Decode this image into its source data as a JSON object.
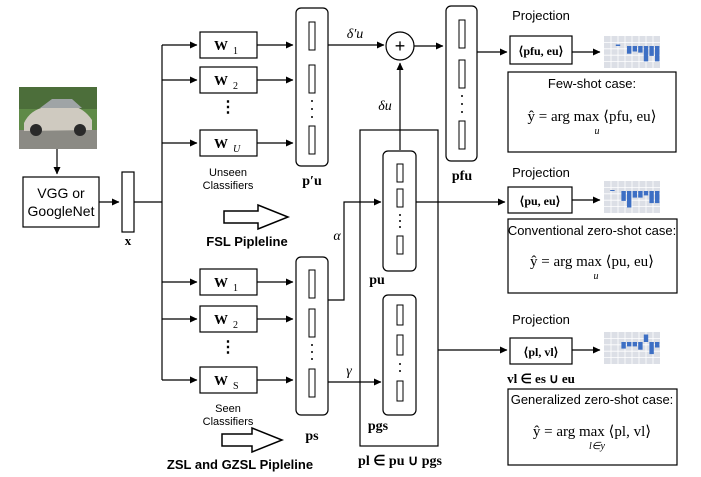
{
  "backbone": {
    "line1": "VGG or",
    "line2": "GoogleNet"
  },
  "feature_label": "x",
  "unseen_classifiers": {
    "w_labels": [
      "W",
      "W",
      "W"
    ],
    "w_subs": [
      "1",
      "2",
      "U"
    ],
    "ellipsis": "⋮",
    "caption_line1": "Unseen",
    "caption_line2": "Classifiers"
  },
  "seen_classifiers": {
    "w_labels": [
      "W",
      "W",
      "W"
    ],
    "w_subs": [
      "1",
      "2",
      "S"
    ],
    "ellipsis": "⋮",
    "caption_line1": "Seen",
    "caption_line2": "Classifiers"
  },
  "fsl_pipeline_label": "FSL Pipleline",
  "zsl_pipeline_label": "ZSL and GZSL Pipleline",
  "vectors": {
    "p_u_prime": "p′u",
    "p_s": "ps",
    "p_u": "pu",
    "p_s_g": "pgs",
    "p_u_f": "pfu",
    "p_l_union": "pl ∈ pu ∪ pgs"
  },
  "operators": {
    "delta_prime_u": "δ′u",
    "delta_u": "δu",
    "alpha": "α",
    "gamma": "γ",
    "plus": "+"
  },
  "projection_label": "Projection",
  "projections": [
    {
      "inner": "⟨pfu, eu⟩"
    },
    {
      "inner": "⟨pu, eu⟩"
    },
    {
      "inner": "⟨pl, vl⟩"
    }
  ],
  "v_l_membership": "vl ∈ es ∪ eu",
  "cases": [
    {
      "title": "Few-shot case:",
      "formula": "ŷ = arg max ⟨pfu, eu⟩",
      "under": "u"
    },
    {
      "title": "Conventional zero-shot case:",
      "formula": "ŷ = arg max ⟨pu, eu⟩",
      "under": "u"
    },
    {
      "title": "Generalized zero-shot case:",
      "formula": "ŷ = arg max ⟨pl, vl⟩",
      "under": "l∈y"
    }
  ],
  "colors": {
    "bar_blue": "#3d6fc4",
    "grid_gray": "#dcdfe6",
    "grid_line": "#ffffff"
  },
  "histograms": [
    {
      "values": [
        0,
        0,
        0.15,
        0,
        -0.35,
        -0.25,
        -0.3,
        -0.7,
        -0.45,
        -0.7
      ]
    },
    {
      "values": [
        0,
        0.1,
        0,
        -0.45,
        -0.75,
        -0.3,
        -0.3,
        -0.2,
        -0.55,
        -0.55
      ]
    },
    {
      "values": [
        0,
        0,
        0,
        -0.3,
        -0.2,
        -0.2,
        -0.35,
        0.75,
        -0.55,
        -0.25
      ]
    }
  ]
}
